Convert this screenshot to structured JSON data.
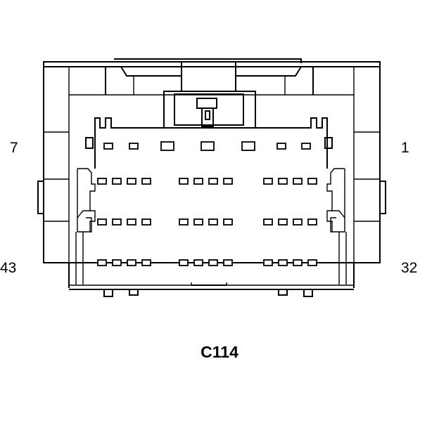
{
  "connector": {
    "name": "C114",
    "pin_labels": {
      "top_left": "7",
      "top_right": "1",
      "bottom_left": "43",
      "bottom_right": "32"
    }
  }
}
